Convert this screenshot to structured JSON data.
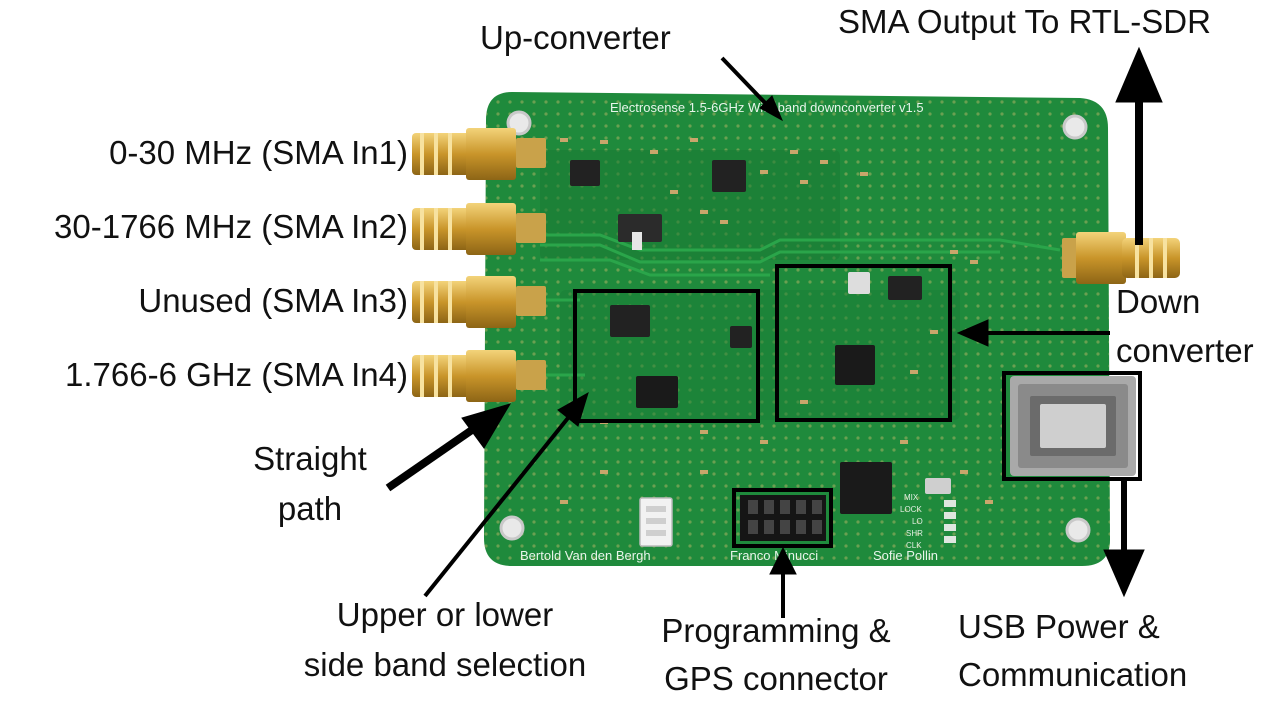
{
  "labels": {
    "up_converter": "Up-converter",
    "sma_output": "SMA Output To RTL-SDR",
    "in1": "0-30 MHz (SMA In1)",
    "in2": "30-1766 MHz (SMA In2)",
    "in3": "Unused (SMA In3)",
    "in4": "1.766-6 GHz (SMA In4)",
    "down_converter_line1": "Down",
    "down_converter_line2": "converter",
    "straight_path_line1": "Straight",
    "straight_path_line2": "path",
    "sideband_line1": "Upper or lower",
    "sideband_line2": "side band selection",
    "programming_line1": "Programming &",
    "programming_line2": "GPS connector",
    "usb_line1": "USB Power  &",
    "usb_line2": "Communication"
  },
  "board_silkscreen": {
    "title": "Electrosense 1.5-6GHz Wideband downconverter v1.5",
    "author1": "Bertold Van den Bergh",
    "author2": "Franco Minucci",
    "author3": "Sofie Pollin",
    "led_labels": [
      "MIX",
      "LOCK",
      "LO",
      "SHR",
      "CLK"
    ]
  },
  "colors": {
    "board": "#1f8a3c",
    "board_dark": "#16702f",
    "gold": "#d9a93a",
    "arrow": "#000000",
    "box": "#000000"
  }
}
